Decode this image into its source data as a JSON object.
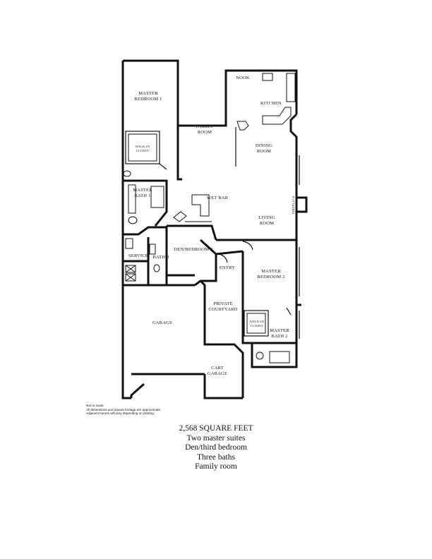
{
  "plan": {
    "rooms": {
      "nook": "NOOK",
      "kitchen": "KITCHEN",
      "master_bedroom_1": [
        "MASTER",
        "BEDROOM 1"
      ],
      "walk_in_closet_1": [
        "WALK-IN",
        "CLOSET"
      ],
      "family_room": [
        "FAMILY",
        "ROOM"
      ],
      "dining_room": [
        "DINING",
        "ROOM"
      ],
      "master_bath_1": [
        "MASTER",
        "BATH 1"
      ],
      "wet_bar": "WET BAR",
      "fireplace": "FIREPLACE",
      "living_room": [
        "LIVING",
        "ROOM"
      ],
      "service": "SERVICE",
      "bath_3": "BATH 3",
      "den_bedroom_3": "DEN/BEDROOM 3",
      "entry": "ENTRY",
      "master_bedroom_2": [
        "MASTER",
        "BEDROOM 2"
      ],
      "private_courtyard": [
        "PRIVATE",
        "COURTYARD"
      ],
      "garage": "GARAGE",
      "walk_in_closet_2": [
        "WALK-IN",
        "CLOSET"
      ],
      "master_bath_2": [
        "MASTER",
        "BATH 2"
      ],
      "cart_garage": [
        "CART",
        "GARAGE"
      ]
    }
  },
  "notes": [
    "Not to scale.",
    "All dimensions and square footage are approximate.",
    "Adjacent homes will vary depending on plotting."
  ],
  "summary": [
    "2,568 SQUARE FEET",
    "Two master suites",
    "Den/third bedroom",
    "Three baths",
    "Family room"
  ]
}
